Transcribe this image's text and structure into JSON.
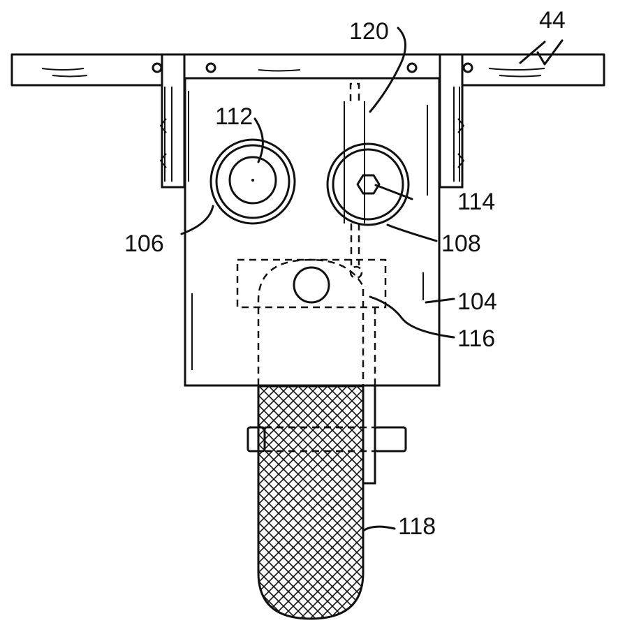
{
  "labels": {
    "l44": "44",
    "l120": "120",
    "l112": "112",
    "l114": "114",
    "l106": "106",
    "l108": "108",
    "l104": "104",
    "l116": "116",
    "l118": "118"
  }
}
